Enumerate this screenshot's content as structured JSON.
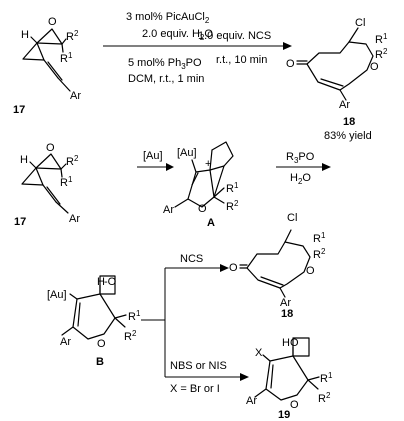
{
  "step1": {
    "reagents_above": [
      "3 mol% PicAuCl",
      "2.0 equiv. H",
      "O"
    ],
    "reagents_below": [
      "5 mol% Ph",
      "PO",
      "DCM, r.t., 1 min"
    ],
    "reagent2_above": "1.0 equiv. NCS",
    "reagent2_below": "r.t., 10 min",
    "start_label": "17",
    "product_label": "18",
    "yield": "83% yield"
  },
  "step2": {
    "start_label": "17",
    "reagent_above": "[Au]",
    "intermediate_label": "A",
    "reagent2_above": "R",
    "reagent2_above_tail": "PO",
    "reagent2_below": "H",
    "reagent2_below_tail": "O"
  },
  "step3": {
    "intermediate_label": "B",
    "branch_top_reagent": "NCS",
    "branch_top_product": "18",
    "branch_bottom_reagent": "NBS or NIS",
    "branch_bottom_condition": "X = Br or I",
    "branch_bottom_product": "19"
  },
  "atoms": {
    "H": "H",
    "O": "O",
    "Cl": "Cl",
    "Ar": "Ar",
    "R": "R",
    "sup1": "1",
    "sup2": "2",
    "sub2": "2",
    "sub3": "3",
    "Au": "[Au]",
    "HO": "HO",
    "X": "X",
    "plus": "+"
  }
}
